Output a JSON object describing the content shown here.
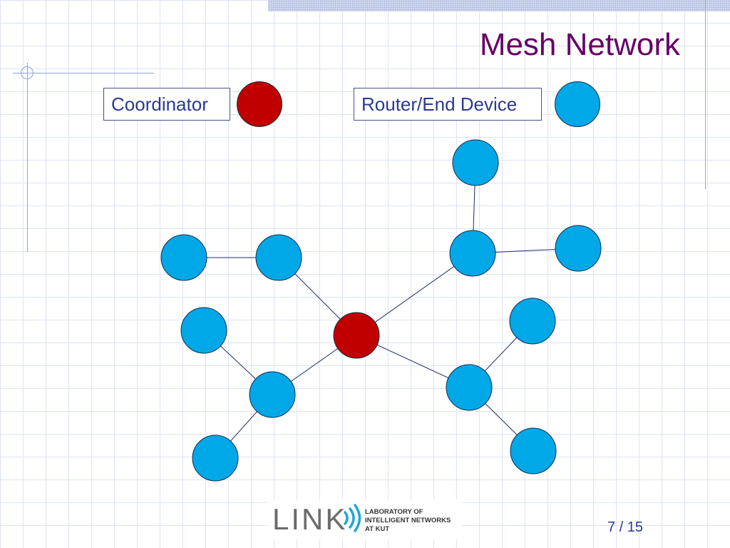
{
  "slide": {
    "title": "Mesh Network",
    "page_current": "7",
    "page_total": "/ 15"
  },
  "legend": {
    "coordinator_label": "Coordinator",
    "router_label": "Router/End Device"
  },
  "colors": {
    "coordinator": "#c00000",
    "router": "#00a8e8",
    "edge": "#1f2a6b",
    "title": "#660066"
  },
  "logo": {
    "word": "LINK",
    "line1": "LABORATORY OF",
    "line2": "INTELLIGENT NETWORKS",
    "line3": "AT KUT"
  },
  "diagram": {
    "nodes": [
      {
        "id": "c",
        "role": "coordinator"
      },
      {
        "id": "r1",
        "role": "router"
      },
      {
        "id": "r2",
        "role": "router"
      },
      {
        "id": "r3",
        "role": "router"
      },
      {
        "id": "r4",
        "role": "router"
      },
      {
        "id": "r5",
        "role": "router"
      },
      {
        "id": "r6",
        "role": "router"
      },
      {
        "id": "r7",
        "role": "router"
      },
      {
        "id": "r8",
        "role": "router"
      },
      {
        "id": "r9",
        "role": "router"
      },
      {
        "id": "r10",
        "role": "router"
      },
      {
        "id": "r11",
        "role": "router"
      },
      {
        "id": "r12",
        "role": "router"
      }
    ],
    "edges": [
      [
        "c",
        "r2"
      ],
      [
        "c",
        "r4"
      ],
      [
        "c",
        "r6"
      ],
      [
        "c",
        "r9"
      ],
      [
        "r1",
        "r2"
      ],
      [
        "r3",
        "r4"
      ],
      [
        "r4",
        "r5"
      ],
      [
        "r6",
        "r7"
      ],
      [
        "r6",
        "r8"
      ],
      [
        "r9",
        "r10"
      ],
      [
        "r9",
        "r11"
      ],
      [
        "r9",
        "r12"
      ]
    ]
  }
}
